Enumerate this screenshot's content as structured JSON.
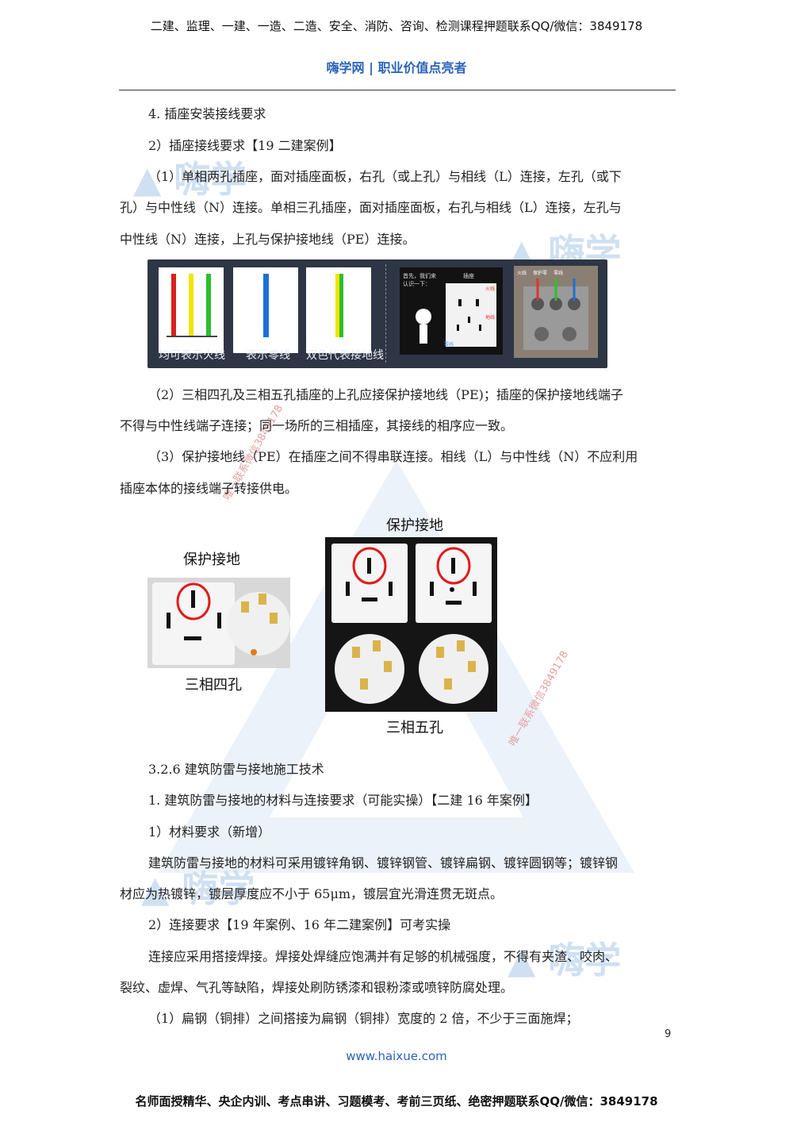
{
  "header": {
    "banner": "二建、监理、一建、一造、二造、安全、消防、咨询、检测课程押题联系QQ/微信：3849178",
    "brand": "嗨学网 | 职业价值点亮者"
  },
  "watermark": {
    "text": "嗨学",
    "stamp": "唯一联系微信3849178"
  },
  "lines": [
    "4. 插座安装接线要求",
    "2）插座接线要求【19 二建案例】",
    "（1）单相两孔插座，面对插座面板，右孔（或上孔）与相线（L）连接，左孔（或下",
    "孔）与中性线（N）连接。单相三孔插座，面对插座面板，右孔与相线（L）连接，左孔与",
    "中性线（N）连接，上孔与保护接地线（PE）连接。",
    "（2）三相四孔及三相五孔插座的上孔应接保护接地线（PE)；插座的保护接地线端子",
    "不得与中性线端子连接；同一场所的三相插座，其接线的相序应一致。",
    "（3）保护接地线（PE）在插座之间不得串联连接。相线（L）与中性线（N）不应利用",
    "插座本体的接线端子转接供电。",
    "3.2.6 建筑防雷与接地施工技术",
    "1. 建筑防雷与接地的材料与连接要求（可能实操）【二建 16 年案例】",
    "1）材料要求（新增）",
    "建筑防雷与接地的材料可采用镀锌角钢、镀锌钢管、镀锌扁钢、镀锌圆钢等；镀锌钢",
    "材应为热镀锌，镀层厚度应不小于 65μm，镀层宜光滑连贯无斑点。",
    "2）连接要求【19 年案例、16 年二建案例】可考实操",
    "连接应采用搭接焊接。焊接处焊缝应饱满并有足够的机械强度，不得有夹渣、咬肉、",
    "裂纹、虚焊、气孔等缺陷，焊接处刷防锈漆和银粉漆或喷锌防腐处理。",
    "（1）扁钢（铜排）之间搭接为扁钢（铜排）宽度的 2 倍，不少于三面施焊；"
  ],
  "figure1": {
    "captions": [
      "均可表示火线",
      "表示零线",
      "双色代表接地线"
    ],
    "intro": [
      "首先，我们来",
      "认识一下："
    ],
    "socket_label": "插座",
    "tags": {
      "live": "火线",
      "neutral": "零线",
      "ground": "地线"
    },
    "terminal_labels": [
      "火线",
      "保护零",
      "零线"
    ]
  },
  "figure2": {
    "label_left_top": "保护接地",
    "label_left_bottom": "三相四孔",
    "label_right_top": "保护接地",
    "label_right_bottom": "三相五孔"
  },
  "footer": {
    "page_number": "9",
    "url": "www.haixue.com",
    "banner": "名师面授精华、央企内训、考点串讲、习题模考、考前三页纸、绝密押题联系QQ/微信：3849178"
  }
}
